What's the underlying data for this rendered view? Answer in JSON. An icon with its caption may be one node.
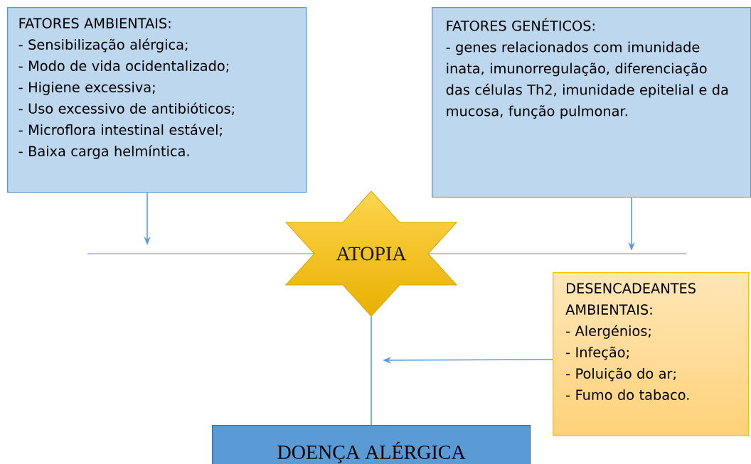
{
  "diagram": {
    "nodes": [
      {
        "text": [
          "FATORES AMBIENTAIS:",
          "- Sensibilização alérgica;",
          "- Modo de vida ocidentalizado;",
          "- Higiene excessiva;",
          "- Uso excessivo de antibióticos;",
          "- Microflora intestinal estável;",
          "- Baixa carga helmíntica."
        ]
      },
      {
        "text": [
          "FATORES GENÉTICOS:",
          "- genes relacionados com imunidade inata, imunorregulação, diferenciação das células Th2, imunidade epitelial e da mucosa, função pulmonar."
        ]
      },
      {
        "text": [
          "ATOPIA"
        ]
      },
      {
        "text": [
          "DESENCADEANTES AMBIENTAIS:",
          "- Alergénios;",
          "- Infeção;",
          "- Poluição do ar;",
          "- Fumo do tabaco."
        ]
      },
      {
        "text": [
          "DOENÇA ALÉRGICA"
        ]
      }
    ],
    "edges": [
      {
        "from": 0,
        "to": null,
        "arrow": "to"
      },
      {
        "from": 1,
        "to": null,
        "arrow": "to"
      },
      {
        "from": 3,
        "to": null,
        "arrow": "to"
      },
      {
        "from": 2,
        "to": 4,
        "arrow": "none"
      }
    ]
  }
}
